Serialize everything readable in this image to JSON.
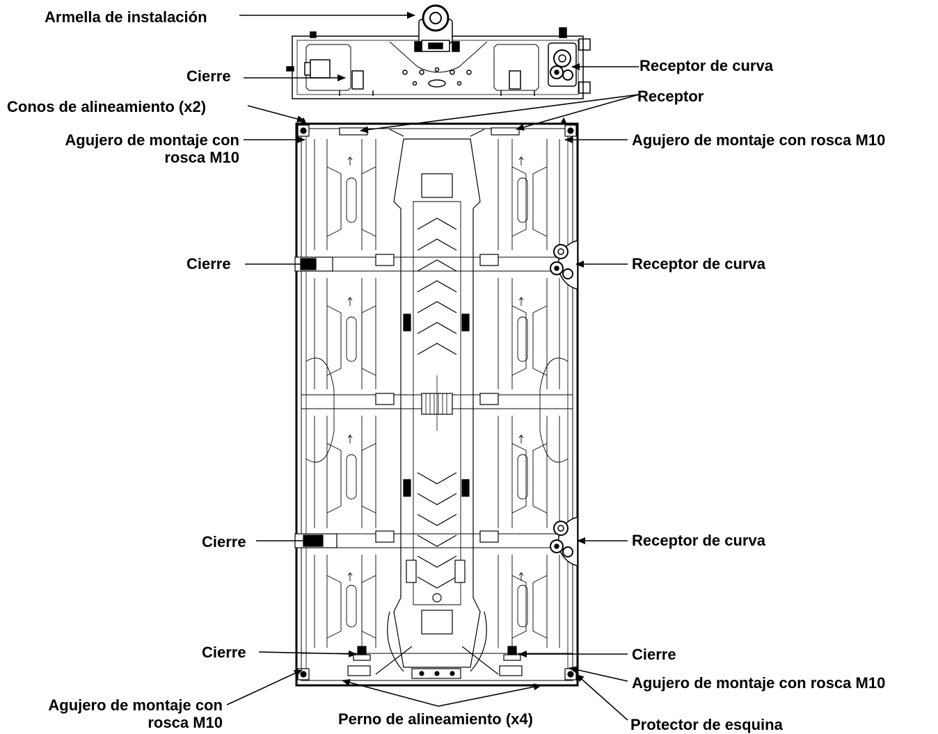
{
  "labels": {
    "armella": "Armella de instalación",
    "cierre_top": "Cierre",
    "receptor_curva_top": "Receptor de curva",
    "receptor": "Receptor",
    "conos": "Conos de alineamiento (x2)",
    "agujero_tl_1": "Agujero de montaje con",
    "agujero_tl_2": "rosca M10",
    "agujero_tr": "Agujero de montaje con rosca M10",
    "cierre_l1": "Cierre",
    "receptor_curva_mid": "Receptor de curva",
    "cierre_l2": "Cierre",
    "receptor_curva_low": "Receptor de curva",
    "cierre_bl": "Cierre",
    "cierre_br": "Cierre",
    "agujero_br": "Agujero de montaje con rosca M10",
    "agujero_bl_1": "Agujero de montaje con",
    "agujero_bl_2": "rosca M10",
    "perno": "Perno de alineamiento (x4)",
    "protector": "Protector de esquina"
  }
}
